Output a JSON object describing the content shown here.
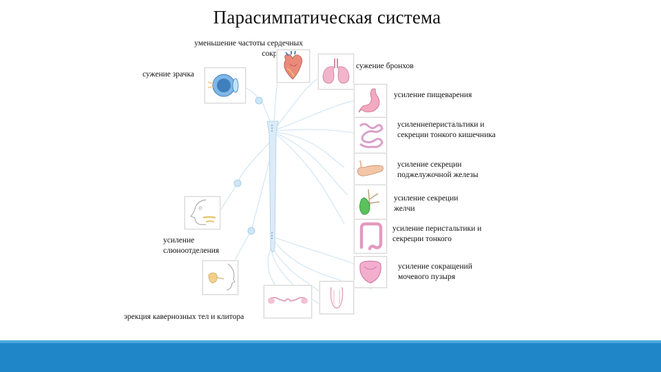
{
  "title": "Парасимпатическая система",
  "labels": {
    "heart_1": "уменьшение частоты сердечных",
    "heart_2": "сокращений",
    "eye": "сужение зрачка",
    "bronchi": "сужение бронхов",
    "digestion": "усиление пищеварения",
    "small_intestine_1": "усиленнеперистальтики и",
    "small_intestine_2": "секреции тонкого кишечника",
    "pancreas_1": "усиление секреции",
    "pancreas_2": "поджелужочной железы",
    "bile_1": "усиление секреции",
    "bile_2": "желчи",
    "colon_1": "усиление перистальтики и",
    "colon_2": "секреции тонкого",
    "salivation_1": "усиление",
    "salivation_2": "слюноотделения",
    "bladder_1": "усиление сокращений",
    "bladder_2": "мочевого пузыря",
    "erection": "эрекция кавернозных тел и клитора"
  },
  "colors": {
    "accent_band": "#1f86c8",
    "accent_band_top": "#49a9de",
    "nerve_lines": "#cfe3f2",
    "spinal_cord": "#dcebf8"
  }
}
